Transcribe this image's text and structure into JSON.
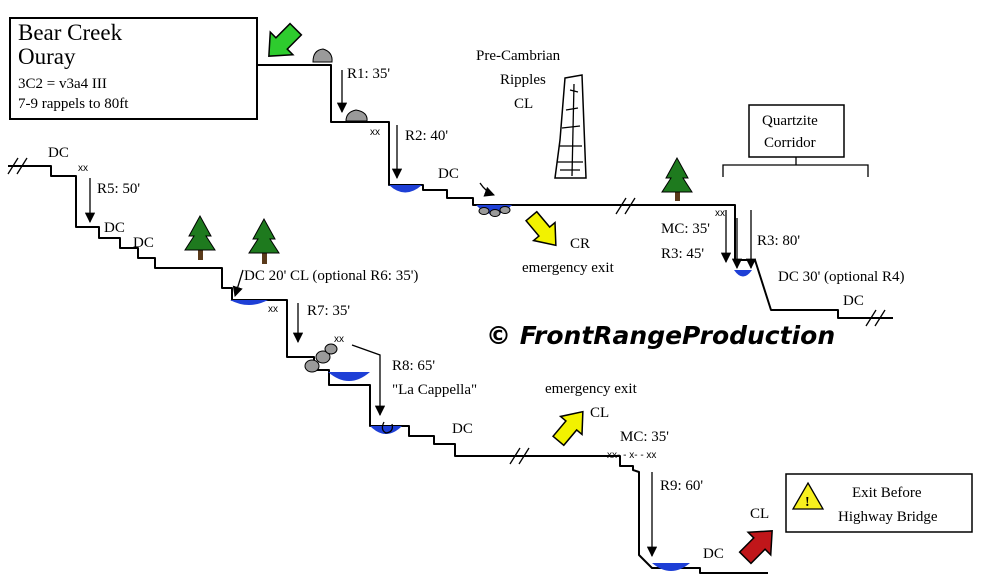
{
  "title_box": {
    "line1": "Bear Creek",
    "line2": "Ouray",
    "line3": "3C2 = v3a4 III",
    "line4": "7-9 rappels to 80ft"
  },
  "labels": {
    "r1": "R1: 35'",
    "r2": "R2: 40'",
    "r3": "R3: 45'",
    "r3b": "R3: 80'",
    "r5": "R5: 50'",
    "r7": "R7: 35'",
    "r8": "R8: 65'",
    "r8_name": "\"La Cappella\"",
    "r9": "R9: 60'",
    "mc1": "MC: 35'",
    "mc2": "MC: 35'",
    "dc": "DC",
    "dc_20": "DC 20' CL (optional R6: 35')",
    "dc_30": "DC 30' (optional R4)",
    "cr": "CR",
    "emergency_exit": "emergency exit",
    "cl": "CL",
    "xx": "xx",
    "mc2_anchor": "xx- - x- - xx",
    "precambrian_1": "Pre-Cambrian",
    "precambrian_2": "Ripples",
    "precambrian_3": "CL",
    "quartzite_1": "Quartzite",
    "quartzite_2": "Corridor",
    "exit_1": "Exit Before",
    "exit_2": "Highway Bridge",
    "warning_glyph": "!",
    "copyright": "© FrontRangeProduction"
  },
  "colors": {
    "pool": "#1e3fd6",
    "tree": "#1e7a1e",
    "arrow_start": "#2ecc2e",
    "arrow_emergency": "#f2f200",
    "arrow_exit": "#c0161a",
    "warning": "#f7f01e",
    "rock": "#9a9a9a"
  },
  "icons": [
    "boulder-icon",
    "tree-icon",
    "pool-icon",
    "arrow-icon",
    "warning-icon"
  ]
}
